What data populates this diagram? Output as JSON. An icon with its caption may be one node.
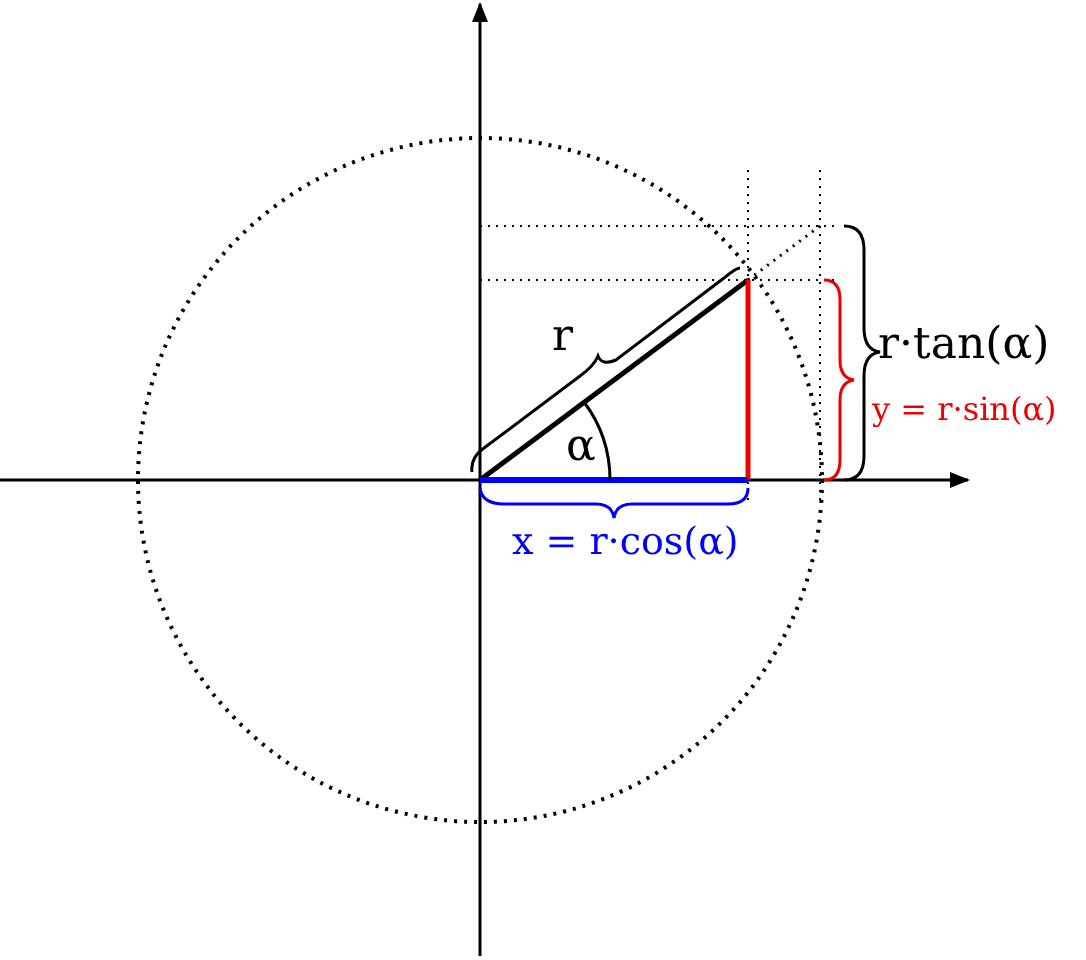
{
  "diagram": {
    "labels": [
      "r·tan(α)",
      "r",
      "y = r·sin(α)",
      "α",
      "x = r·cos(α)"
    ]
  }
}
